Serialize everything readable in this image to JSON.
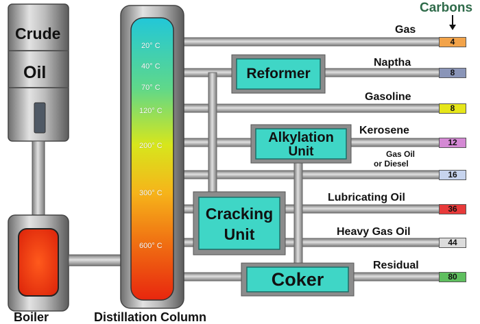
{
  "crude_oil": {
    "line1": "Crude",
    "line2": "Oil"
  },
  "boiler": {
    "label": "Boiler"
  },
  "column": {
    "label": "Distillation Column",
    "temperatures": [
      "20° C",
      "40° C",
      "70° C",
      "120° C",
      "200° C",
      "300° C",
      "600° C"
    ]
  },
  "units": {
    "reformer": "Reformer",
    "alkylation": [
      "Alkylation",
      "Unit"
    ],
    "cracking": [
      "Cracking",
      "Unit"
    ],
    "coker": "Coker"
  },
  "carbons_header": "Carbons",
  "products": [
    {
      "name": "Gas",
      "carbons": "4",
      "color": "#f2a34a"
    },
    {
      "name": "Naptha",
      "carbons": "8",
      "color": "#8a95b8"
    },
    {
      "name": "Gasoline",
      "carbons": "8",
      "color": "#e6e61a"
    },
    {
      "name": "Kerosene",
      "carbons": "12",
      "color": "#d489d4"
    },
    {
      "name_lines": [
        "Gas Oil",
        "or Diesel"
      ],
      "carbons": "16",
      "color": "#c7d4ee"
    },
    {
      "name": "Lubricating Oil",
      "carbons": "36",
      "color": "#e83a3a"
    },
    {
      "name": "Heavy Gas Oil",
      "carbons": "44",
      "color": "#dcdcdc"
    },
    {
      "name": "Residual",
      "carbons": "80",
      "color": "#5fbf5f"
    }
  ],
  "colors": {
    "unit_fill": "#3fd6c6",
    "pipe": "#9a9a9a",
    "carbons_header": "#2f6b4a"
  }
}
